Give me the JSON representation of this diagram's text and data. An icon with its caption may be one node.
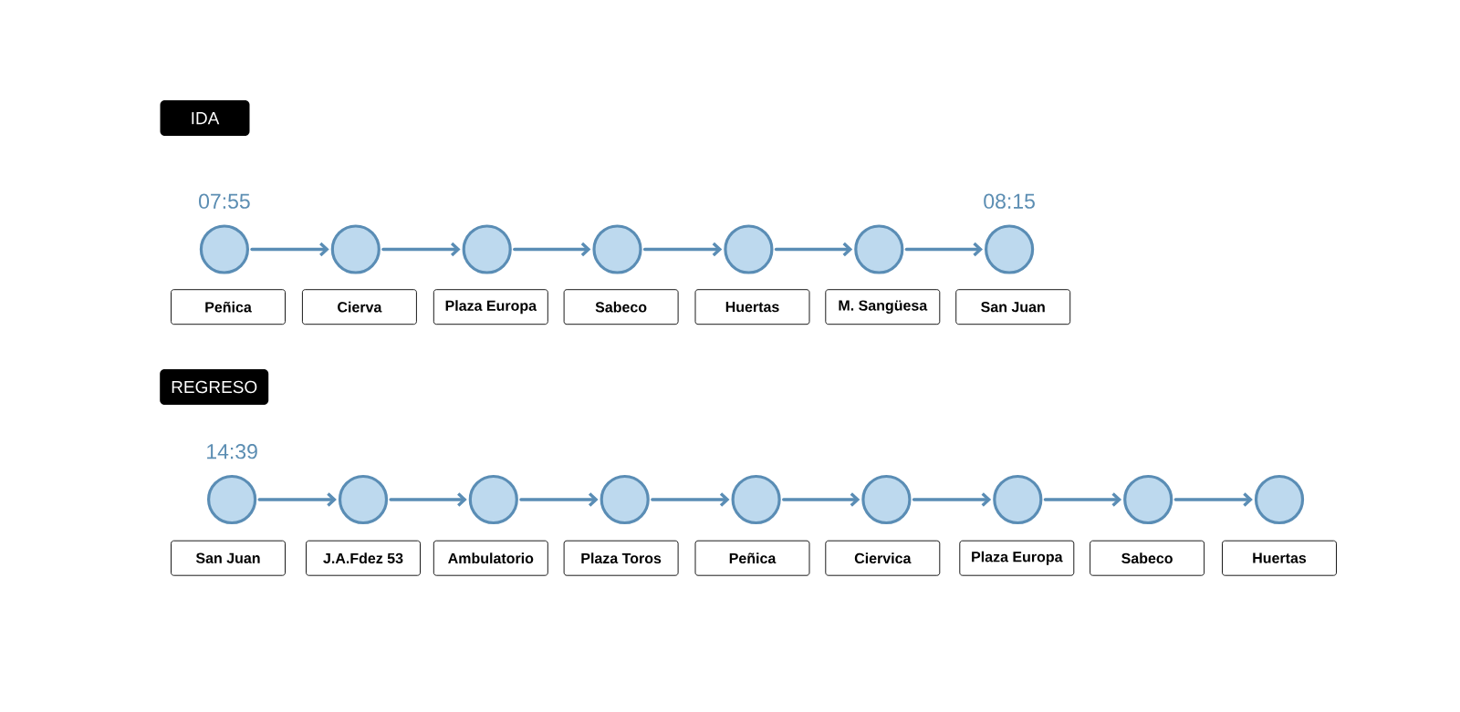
{
  "diagram": {
    "nodes": [
      {
        "text": [
          "IDA"
        ]
      },
      {
        "text": [],
        "shape": "circle",
        "beside": [
          "07:55"
        ]
      },
      {
        "text": [],
        "shape": "circle"
      },
      {
        "text": [],
        "shape": "circle"
      },
      {
        "text": [],
        "shape": "circle"
      },
      {
        "text": [],
        "shape": "circle"
      },
      {
        "text": [],
        "shape": "circle"
      },
      {
        "text": [],
        "shape": "circle",
        "beside": [
          "08:15"
        ]
      },
      {
        "text": [
          "Peñica"
        ]
      },
      {
        "text": [
          "Cierva"
        ]
      },
      {
        "text": [
          "Plaza Europa"
        ]
      },
      {
        "text": [
          "Sabeco"
        ]
      },
      {
        "text": [
          "Huertas"
        ]
      },
      {
        "text": [
          "M. Sangüesa"
        ]
      },
      {
        "text": [
          "San Juan"
        ]
      },
      {
        "text": [
          "REGRESO"
        ]
      },
      {
        "text": [],
        "shape": "circle",
        "beside": [
          "14:39"
        ]
      },
      {
        "text": [],
        "shape": "circle"
      },
      {
        "text": [],
        "shape": "circle"
      },
      {
        "text": [],
        "shape": "circle"
      },
      {
        "text": [],
        "shape": "circle"
      },
      {
        "text": [],
        "shape": "circle"
      },
      {
        "text": [],
        "shape": "circle"
      },
      {
        "text": [],
        "shape": "circle"
      },
      {
        "text": [],
        "shape": "circle"
      },
      {
        "text": [
          "San Juan"
        ]
      },
      {
        "text": [
          "J.A.Fdez 53"
        ]
      },
      {
        "text": [
          "Ambulatorio"
        ]
      },
      {
        "text": [
          "Plaza Toros"
        ]
      },
      {
        "text": [
          "Peñica"
        ]
      },
      {
        "text": [
          "Ciervica"
        ]
      },
      {
        "text": [
          "Plaza Europa"
        ]
      },
      {
        "text": [
          "Sabeco"
        ]
      },
      {
        "text": [
          "Huertas"
        ]
      }
    ],
    "edges": [
      {
        "from": 1,
        "to": 2,
        "arrow": "to"
      },
      {
        "from": 2,
        "to": 3,
        "arrow": "to"
      },
      {
        "from": 3,
        "to": 4,
        "arrow": "to"
      },
      {
        "from": 4,
        "to": 5,
        "arrow": "to"
      },
      {
        "from": 5,
        "to": 6,
        "arrow": "to"
      },
      {
        "from": 6,
        "to": 7,
        "arrow": "to"
      },
      {
        "from": 16,
        "to": 17,
        "arrow": "to"
      },
      {
        "from": 17,
        "to": 18,
        "arrow": "to"
      },
      {
        "from": 18,
        "to": 19,
        "arrow": "to"
      },
      {
        "from": 19,
        "to": 20,
        "arrow": "to"
      },
      {
        "from": 20,
        "to": 21,
        "arrow": "to"
      },
      {
        "from": 21,
        "to": 22,
        "arrow": "to"
      },
      {
        "from": 22,
        "to": 23,
        "arrow": "to"
      },
      {
        "from": 23,
        "to": 24,
        "arrow": "to"
      }
    ]
  }
}
